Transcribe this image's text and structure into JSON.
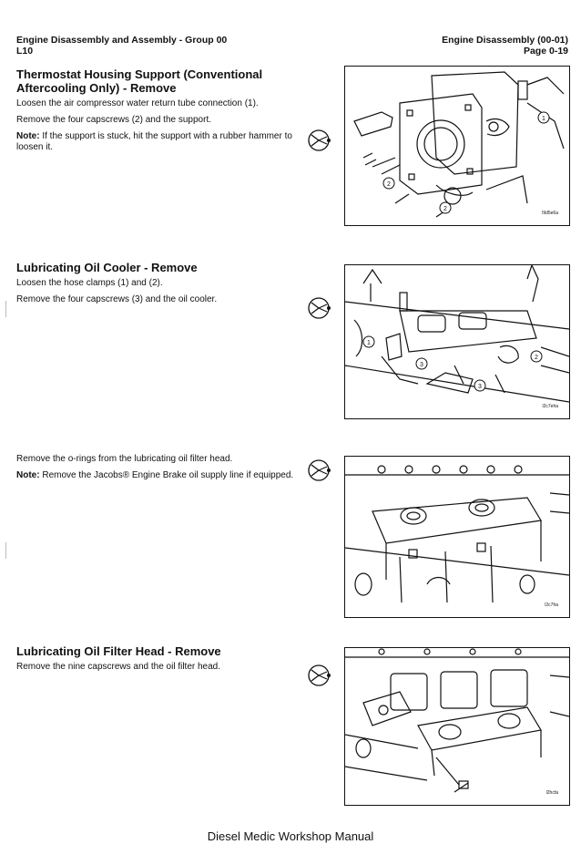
{
  "header": {
    "left_line1": "Engine Disassembly and Assembly - Group 00",
    "left_line2": "L10",
    "right_line1": "Engine Disassembly (00-01)",
    "right_line2": "Page 0-19"
  },
  "sections": [
    {
      "title": "Thermostat Housing Support (Conventional Aftercooling Only) - Remove",
      "para1": "Loosen the air compressor water return tube connection (1).",
      "para2": "Remove the four capscrews (2) and the support.",
      "note_label": "Note:",
      "note_text": " If the support is stuck, hit the support with a rubber hammer to loosen it.",
      "figure_code": "l9d5e6a"
    },
    {
      "title": "Lubricating Oil Cooler - Remove",
      "para1": "Loosen the hose clamps (1) and (2).",
      "para2": "Remove the four capscrews (3) and the oil cooler.",
      "figure_code": "l2c7eha"
    },
    {
      "para1": "Remove the o-rings from the lubricating oil filter head.",
      "note_label": "Note:",
      "note_text": " Remove the Jacobs® Engine Brake oil supply line if equipped.",
      "figure_code": "l2c7ha"
    },
    {
      "title": "Lubricating Oil Filter Head - Remove",
      "para1": "Remove the nine capscrews and the oil filter head.",
      "figure_code": "l2hcfa"
    }
  ],
  "callouts": {
    "fig1": [
      "1",
      "2",
      "2"
    ],
    "fig2": [
      "1",
      "2",
      "3",
      "3"
    ]
  },
  "footer": {
    "text": "Diesel Medic Workshop Manual"
  }
}
